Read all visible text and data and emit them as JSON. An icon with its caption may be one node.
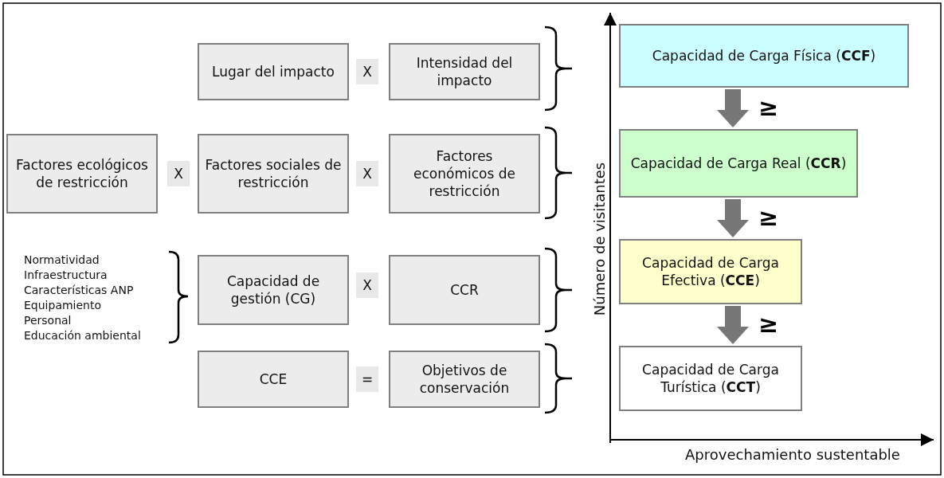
{
  "diagram": {
    "nodes": [
      {
        "text": [
          "Lugar del impacto"
        ]
      },
      {
        "text": [
          "X"
        ]
      },
      {
        "text": [
          "Intensidad del impacto"
        ]
      },
      {
        "text": [
          "Capacidad de Carga Física (**CCF**)"
        ]
      },
      {
        "text": [
          "Factores ecológicos de restricción"
        ]
      },
      {
        "text": [
          "X"
        ]
      },
      {
        "text": [
          "Factores sociales de restricción"
        ]
      },
      {
        "text": [
          "X"
        ]
      },
      {
        "text": [
          "Factores económicos de restricción"
        ]
      },
      {
        "text": [
          "Capacidad de Carga Real (**CCR**)"
        ]
      },
      {
        "text": [
          "Capacidad de gestión (CG)"
        ]
      },
      {
        "text": [
          "X"
        ]
      },
      {
        "text": [
          "CCR"
        ]
      },
      {
        "text": [
          "Capacidad de Carga Efectiva (**CCE**)"
        ]
      },
      {
        "text": [
          "CCE"
        ]
      },
      {
        "text": [
          "="
        ]
      },
      {
        "text": [
          "Objetivos de conservación"
        ]
      },
      {
        "text": [
          "Capacidad de Carga Turística (**CCT**)"
        ]
      }
    ],
    "edges": [
      {
        "from": 3,
        "to": 9,
        "arrow": "to",
        "label": "≥"
      },
      {
        "from": 9,
        "to": 13,
        "arrow": "to",
        "label": "≥"
      },
      {
        "from": 13,
        "to": 17,
        "arrow": "to",
        "label": "≥"
      }
    ],
    "labels": [
      "Normatividad",
      "Infraestructura",
      "Características ANP",
      "Equipamiento",
      "Personal",
      "Educación ambiental",
      "Número de visitantes",
      "Aprovechamiento sustentable"
    ]
  }
}
